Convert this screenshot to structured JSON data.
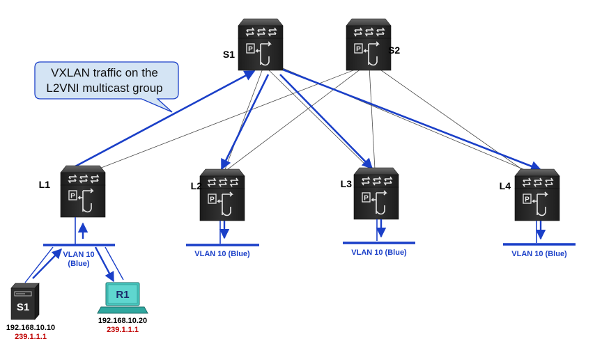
{
  "callout": {
    "line1": "VXLAN traffic on the",
    "line2": "L2VNI multicast group"
  },
  "spines": {
    "s1": "S1",
    "s2": "S2"
  },
  "leaves": {
    "l1": "L1",
    "l2": "L2",
    "l3": "L3",
    "l4": "L4"
  },
  "vlans": {
    "l1": {
      "line1": "VLAN 10",
      "line2": "(Blue)"
    },
    "l2": "VLAN 10 (Blue)",
    "l3": "VLAN 10 (Blue)",
    "l4": "VLAN 10 (Blue)"
  },
  "hosts": {
    "source": {
      "label": "S1",
      "ip": "192.168.10.10",
      "group": "239.1.1.1"
    },
    "receiver": {
      "label": "R1",
      "ip": "192.168.10.20",
      "group": "239.1.1.1"
    }
  },
  "colors": {
    "traffic": "#1a3fc8",
    "device": "#2a2a2a",
    "group": "#c00000",
    "callout_fill": "#d4e4f4",
    "receiver_fill": "#46c8c0"
  }
}
